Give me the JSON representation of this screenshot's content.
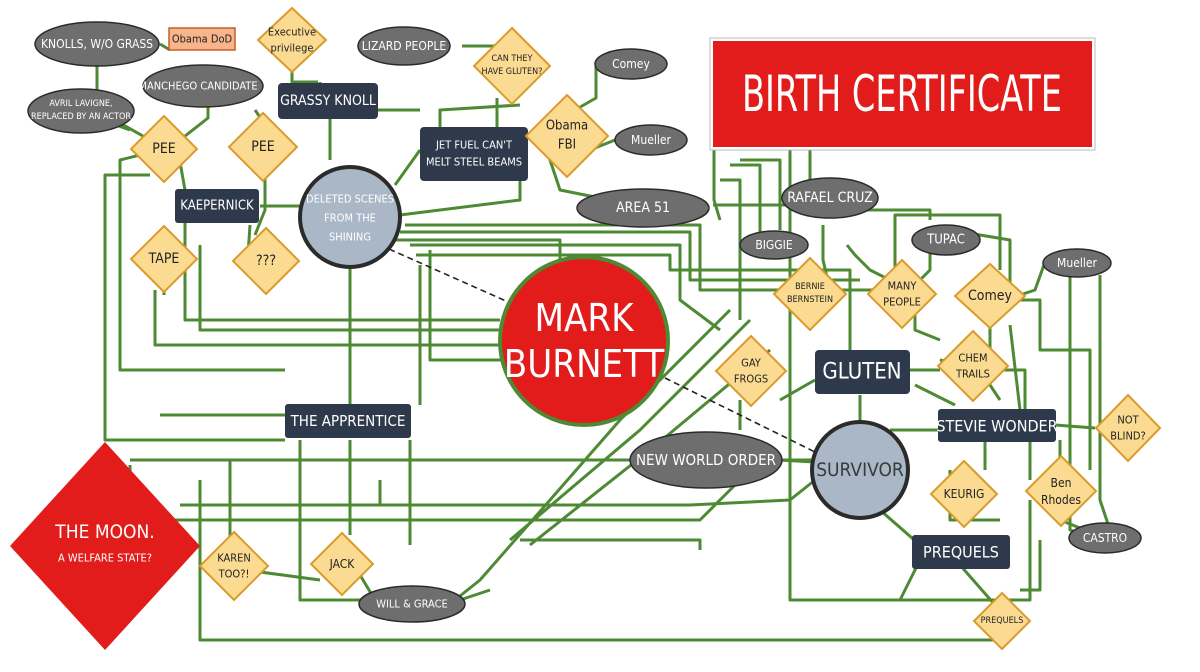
{
  "nodes": {
    "knolls": "KNOLLS, W/O GRASS",
    "obama_dod": "Obama DoD",
    "executive_privilege": [
      "Executive",
      "privilege"
    ],
    "lizard_people": "LIZARD PEOPLE",
    "can_they_have_gluten": [
      "CAN THEY",
      "HAVE GLUTEN?"
    ],
    "comey_top": "Comey",
    "manchego": "MANCHEGO CANDIDATE",
    "avril": [
      "AVRIL LAVIGNE,",
      "REPLACED BY AN ACTOR"
    ],
    "grassy_knoll": "GRASSY KNOLL",
    "jet_fuel": [
      "JET FUEL CAN'T",
      "MELT STEEL BEAMS"
    ],
    "obama_fbi": [
      "Obama",
      "FBI"
    ],
    "mueller_top": "Mueller",
    "birth_certificate": "BIRTH CERTIFICATE",
    "pee_left": "PEE",
    "pee_right": "PEE",
    "kaepernick": "KAEPERNICK",
    "deleted_scenes": [
      "DELETED SCENES",
      "FROM THE",
      "SHINING"
    ],
    "area51": "AREA 51",
    "rafael_cruz": "RAFAEL CRUZ",
    "biggie": "BIGGIE",
    "tupac": "TUPAC",
    "mueller_right": "Mueller",
    "tape": "TAPE",
    "question": "???",
    "bernie": [
      "BERNIE",
      "BERNSTEIN"
    ],
    "many_people": [
      "MANY",
      "PEOPLE"
    ],
    "comey_right": "Comey",
    "mark_burnett": [
      "MARK",
      "BURNETT"
    ],
    "gay_frogs": [
      "GAY",
      "FROGS"
    ],
    "gluten": "GLUTEN",
    "chem_trails": [
      "CHEM",
      "TRAILS"
    ],
    "apprentice": "THE APPRENTICE",
    "stevie": "STEVIE WONDER",
    "not_blind": [
      "NOT",
      "BLIND?"
    ],
    "new_world_order": "NEW WORLD ORDER",
    "survivor": "SURVIVOR",
    "keurig": "KEURIG",
    "ben_rhodes": [
      "Ben",
      "Rhodes"
    ],
    "moon": [
      "THE MOON.",
      "A WELFARE STATE?"
    ],
    "karen": [
      "KAREN",
      "TOO?!"
    ],
    "jack": "JACK",
    "will_grace": "WILL & GRACE",
    "prequels_box": "PREQUELS",
    "castro": "CASTRO",
    "prequels_dia": "PREQUELS"
  },
  "colors": {
    "wire": "#4e8a34",
    "ellipse": "#6e6e6e",
    "box": "#2e3a4c",
    "diamond": "#fbdb92",
    "red": "#e21b1b",
    "big_circle": "#a9b7c6"
  }
}
